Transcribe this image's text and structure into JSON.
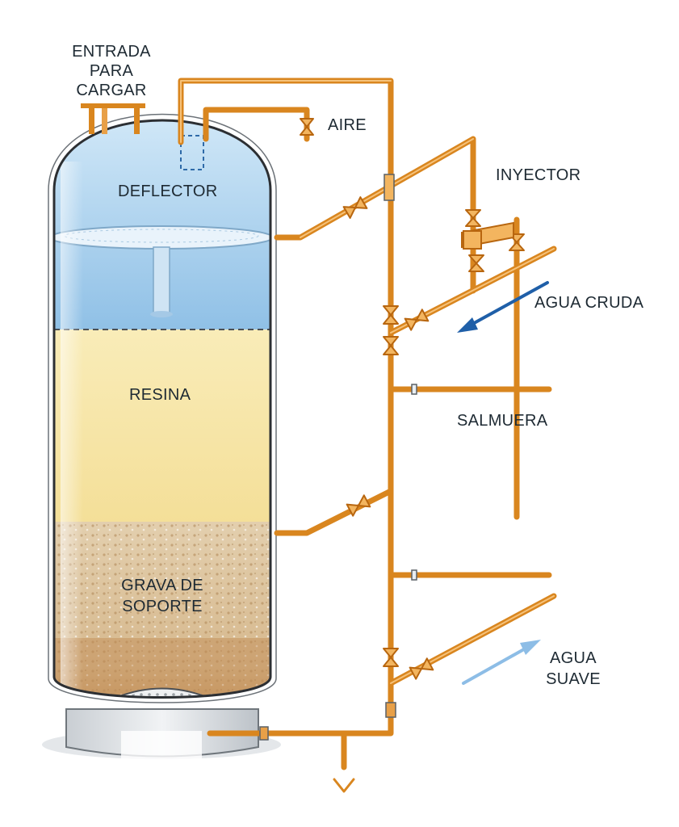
{
  "labels": {
    "fill_inlet": [
      "ENTRADA",
      "PARA",
      "CARGAR"
    ],
    "air": "AIRE",
    "injector": "INYECTOR",
    "deflector": "DEFLECTOR",
    "raw_water": "AGUA CRUDA",
    "resin": "RESINA",
    "brine": "SALMUERA",
    "support_gravel": [
      "GRAVA DE",
      "SOPORTE"
    ],
    "soft_water": [
      "AGUA",
      "SUAVE"
    ]
  },
  "colors": {
    "pipe": "#d9861f",
    "water_top": "#bfdcf2",
    "water": "#9cc7ea",
    "resin": "#f7e6a6",
    "gravel_light": "#dcc39e",
    "gravel_dark": "#c79a6a",
    "raw_water_arrow": "#1f5fa8",
    "soft_water_arrow": "#8dbde6"
  }
}
